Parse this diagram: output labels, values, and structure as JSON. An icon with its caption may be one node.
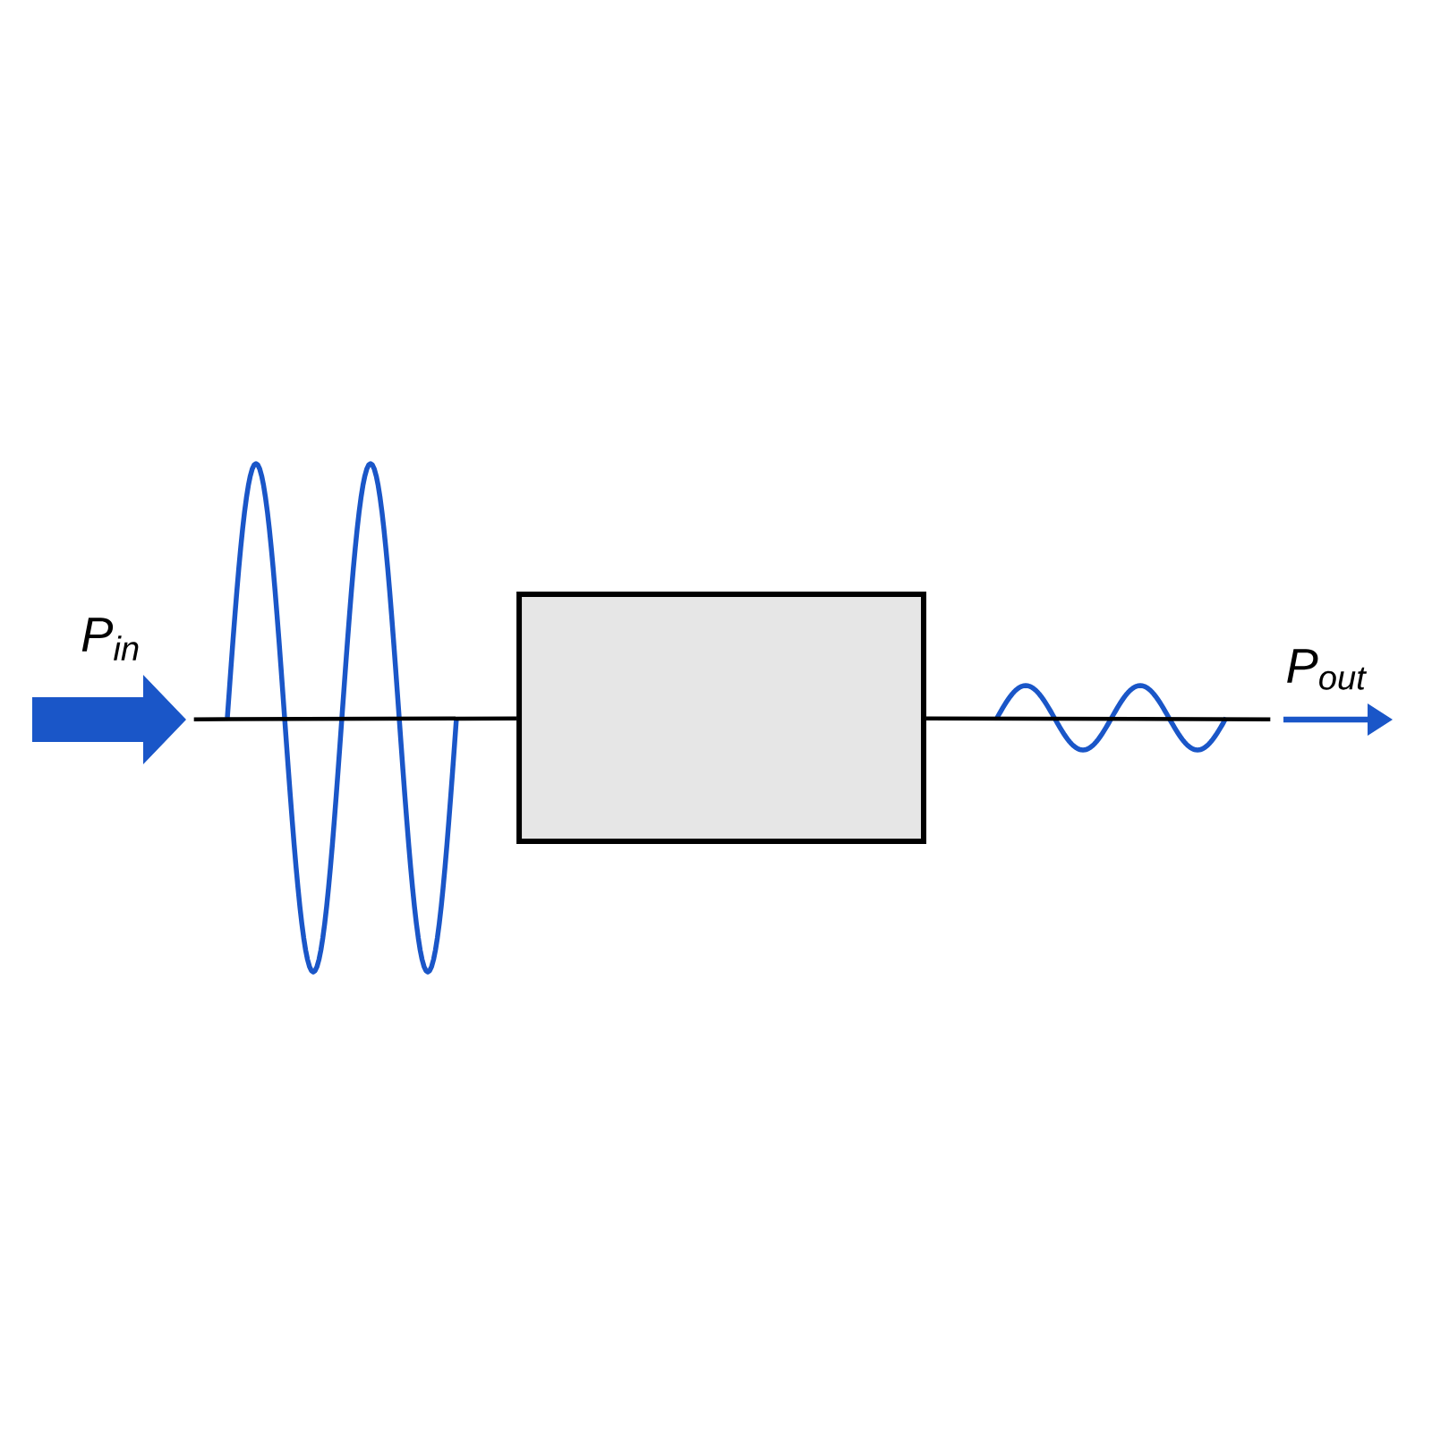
{
  "diagram": {
    "nodes": [
      {
        "text": [
          "P$_{in}$"
        ]
      },
      {
        "text": [],
        "shape": "box"
      },
      {
        "text": [
          "P$_{out}$"
        ]
      }
    ],
    "edges": [
      {
        "from": 0,
        "to": 1,
        "arrow": "none"
      },
      {
        "from": 1,
        "to": 2,
        "arrow": "none"
      }
    ]
  }
}
